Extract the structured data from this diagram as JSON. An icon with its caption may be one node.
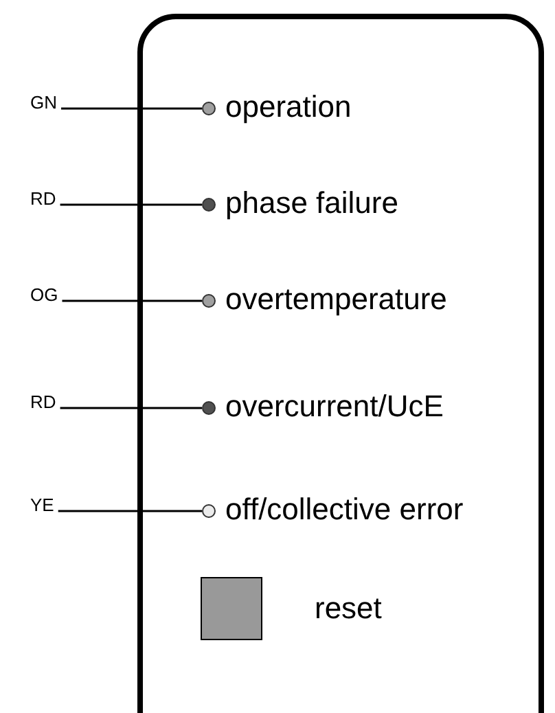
{
  "diagram": {
    "nodes": [
      {
        "text": [],
        "shape": "box"
      },
      {
        "text": [],
        "shape": "circle",
        "in": 0,
        "beside": [
          "operation"
        ]
      },
      {
        "text": [],
        "shape": "circle",
        "in": 0,
        "beside": [
          "phase failure"
        ]
      },
      {
        "text": [],
        "shape": "circle",
        "in": 0,
        "beside": [
          "overtemperature"
        ]
      },
      {
        "text": [],
        "shape": "circle",
        "in": 0,
        "beside": [
          "overcurrent/UcE"
        ]
      },
      {
        "text": [],
        "shape": "circle",
        "in": 0,
        "beside": [
          "off/collective error"
        ]
      },
      {
        "text": [],
        "shape": "box",
        "in": 0,
        "beside": [
          "reset"
        ]
      },
      {
        "text": [
          "GN"
        ]
      },
      {
        "text": [
          "RD"
        ]
      },
      {
        "text": [
          "OG"
        ]
      },
      {
        "text": [
          "RD"
        ]
      },
      {
        "text": [
          "YE"
        ]
      }
    ],
    "edges": [
      {
        "from": 7,
        "to": 1,
        "arrow": "none"
      },
      {
        "from": 8,
        "to": 2,
        "arrow": "none"
      },
      {
        "from": 9,
        "to": 3,
        "arrow": "none"
      },
      {
        "from": 10,
        "to": 4,
        "arrow": "none"
      },
      {
        "from": 11,
        "to": 5,
        "arrow": "none"
      }
    ]
  }
}
